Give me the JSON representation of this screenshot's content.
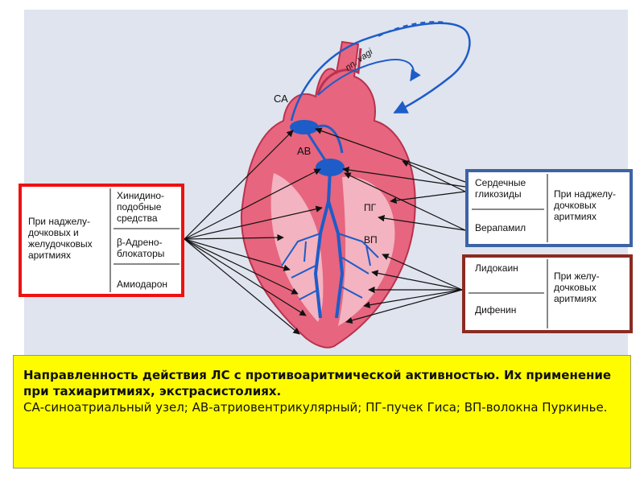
{
  "heart_labels": {
    "sa": "СА",
    "av": "АВ",
    "pg": "ПГ",
    "vp": "ВП",
    "vagus": "nn. vagi"
  },
  "left_box": {
    "category": "При наджелу-\nдочковых и\nжелудочковых\nаритмиях",
    "drugs": [
      "Хинидино-\nподобные\nсредства",
      "β-Адрено-\nблокаторы",
      "Амиодарон"
    ]
  },
  "right_box_1": {
    "drugs": [
      "Сердечные\nгликозиды",
      "Верапамил"
    ],
    "category": "При наджелу-\nдочковых\nаритмиях"
  },
  "right_box_2": {
    "drugs": [
      "Лидокаин",
      "Дифенин"
    ],
    "category": "При желу-\nдочковых\nаритмиях"
  },
  "caption": {
    "bold": "Направленность действия ЛС с противоаритмической активностью. Их применение при тахиаритмиях, экстрасистолиях.",
    "normal": "СА-синоатриальный узел; АВ-атриовентрикулярный; ПГ-пучек Гиса; ВП-волокна Пуркинье."
  },
  "colors": {
    "heart_fill": "#e7657e",
    "heart_inner": "#f3b3c0",
    "conduction": "#1e5cc8",
    "left_border": "#ee1111",
    "right1_border": "#3d63a5",
    "right2_border": "#8b2b22",
    "caption_bg": "#fffc00"
  }
}
